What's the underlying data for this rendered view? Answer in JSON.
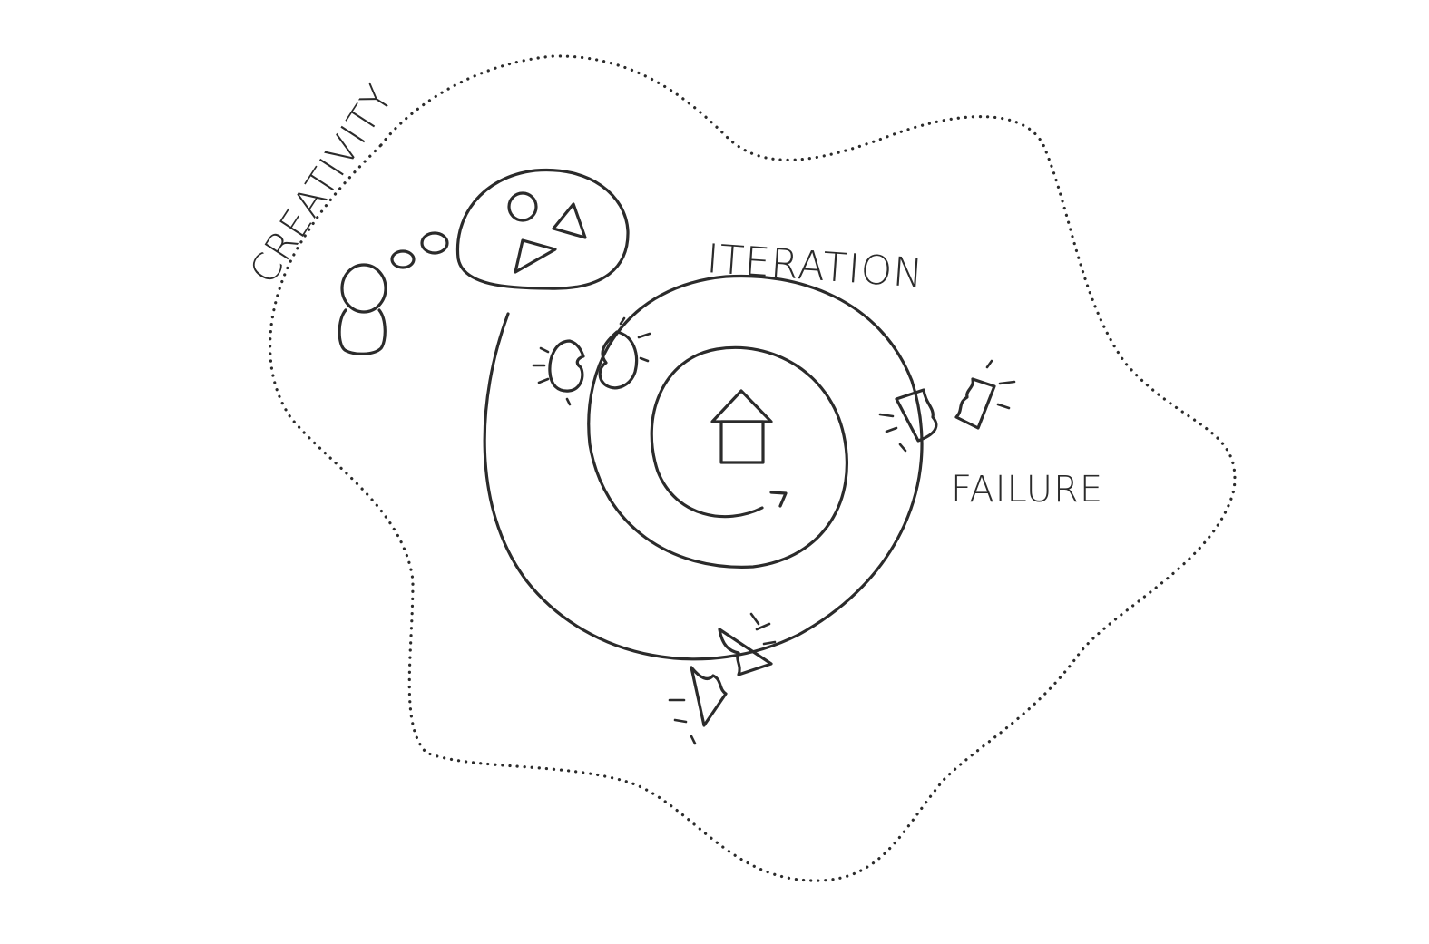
{
  "labels": {
    "creativity": "CREATIVITY",
    "iteration": "ITERATION",
    "failure": "FAILURE"
  },
  "icons": [
    "person-icon",
    "thought-bubble-icon",
    "house-icon",
    "broken-circle-icon",
    "broken-square-icon",
    "broken-triangle-icon"
  ],
  "colors": {
    "ink": "#2b2b2b",
    "background": "#ffffff"
  }
}
